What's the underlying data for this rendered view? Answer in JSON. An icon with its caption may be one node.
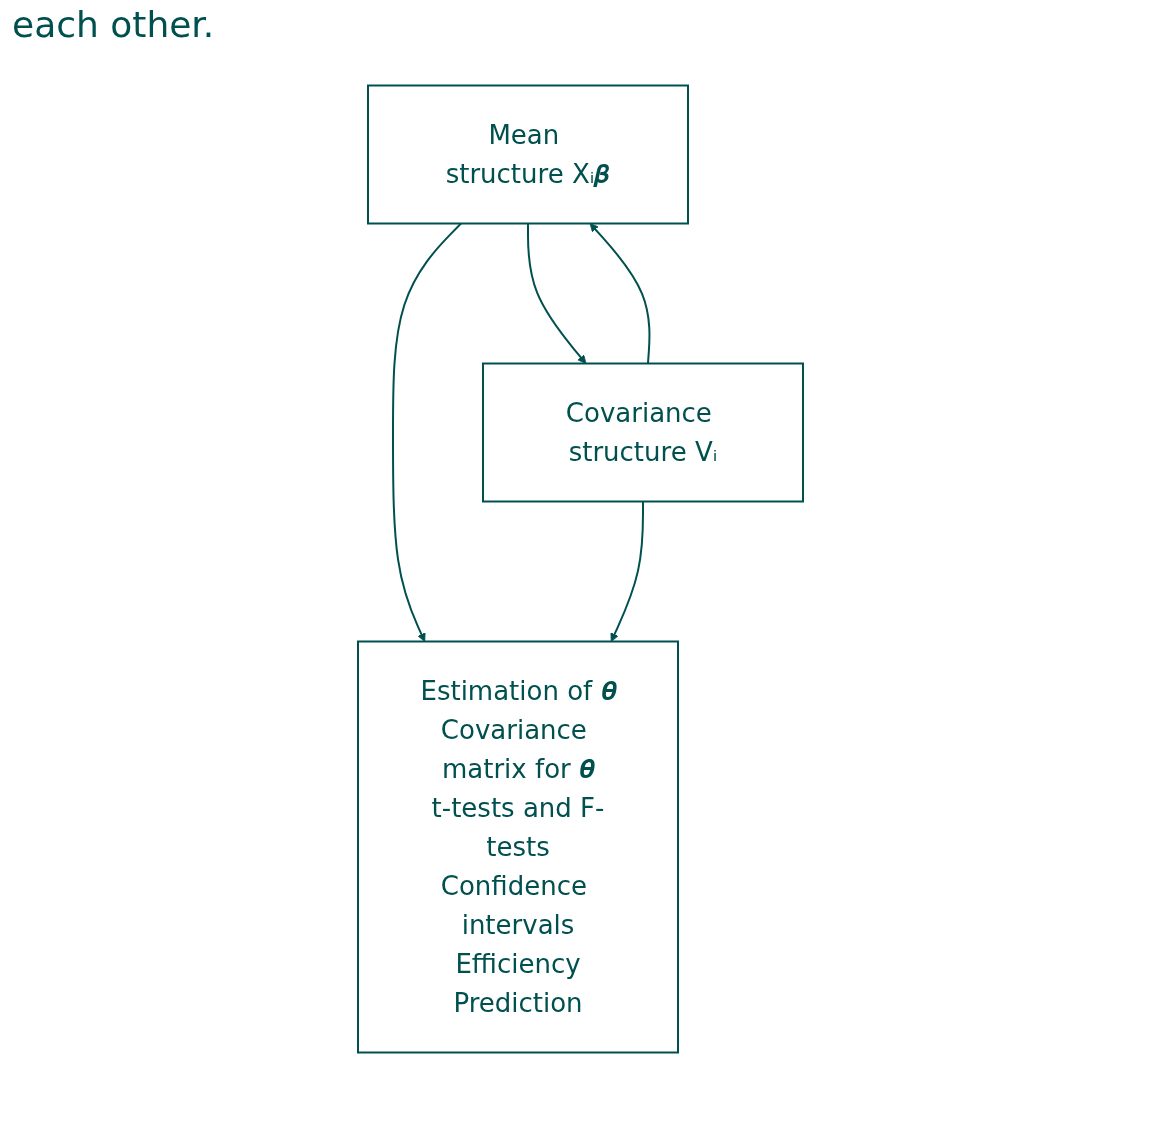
{
  "diagram": {
    "nodes": [
      {
        "text": [
          "Mean structure Xᵢ𝜷"
        ]
      },
      {
        "text": [
          "Covariance structure Vᵢ"
        ]
      },
      {
        "text": [
          "Estimation of 𝜽",
          "Covariance matrix for 𝜽̂",
          "t-tests and F-tests",
          "Confidence intervals",
          "Efficiency",
          "Prediction"
        ]
      }
    ],
    "edges": [
      {
        "from": 0,
        "to": 1,
        "arrow": "to"
      },
      {
        "from": 1,
        "to": 0,
        "arrow": "to"
      },
      {
        "from": 0,
        "to": 2,
        "arrow": "to"
      },
      {
        "from": 1,
        "to": 2,
        "arrow": "to"
      }
    ],
    "labels": [
      "each other."
    ]
  }
}
